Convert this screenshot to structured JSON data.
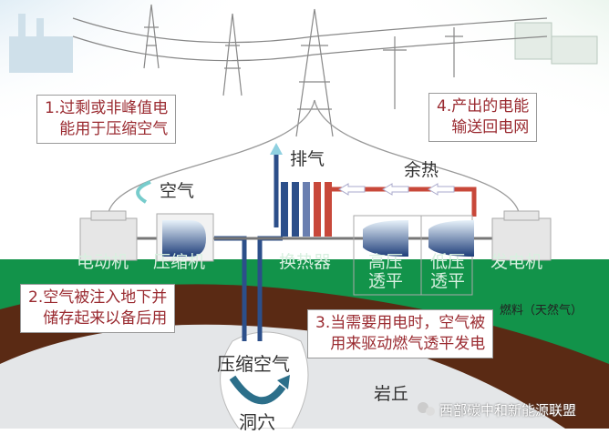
{
  "callouts": {
    "step1": [
      "1.过剩或非峰值电",
      "能用于压缩空气"
    ],
    "step2": [
      "2.空气被注入地下并",
      "储存起来以备后用"
    ],
    "step3": [
      "3.当需要用电时，空气被",
      "用来驱动燃气透平发电"
    ],
    "step4": [
      "4.产出的电能",
      "输送回电网"
    ]
  },
  "labels": {
    "exhaust": "排气",
    "waste_heat": "余热",
    "air": "空气",
    "motor": "电动机",
    "compressor": "压缩机",
    "heat_exchanger": "换热器",
    "hp_turbine": [
      "高压",
      "透平"
    ],
    "lp_turbine": [
      "低压",
      "透平"
    ],
    "generator": "发电机",
    "fuel": "燃料（天然气）",
    "compressed_air": "压缩空气",
    "cavern": "洞穴",
    "salt_dome": "岩丘"
  },
  "watermark": "西部碳中和新能源联盟",
  "colors": {
    "ground": "#12934a",
    "soil": "#5a2a14",
    "rock": "#e4e6e8",
    "pipe_cold": "#2c4f8a",
    "pipe_hot": "#c8483a",
    "callout_text": "#9a2a30"
  }
}
